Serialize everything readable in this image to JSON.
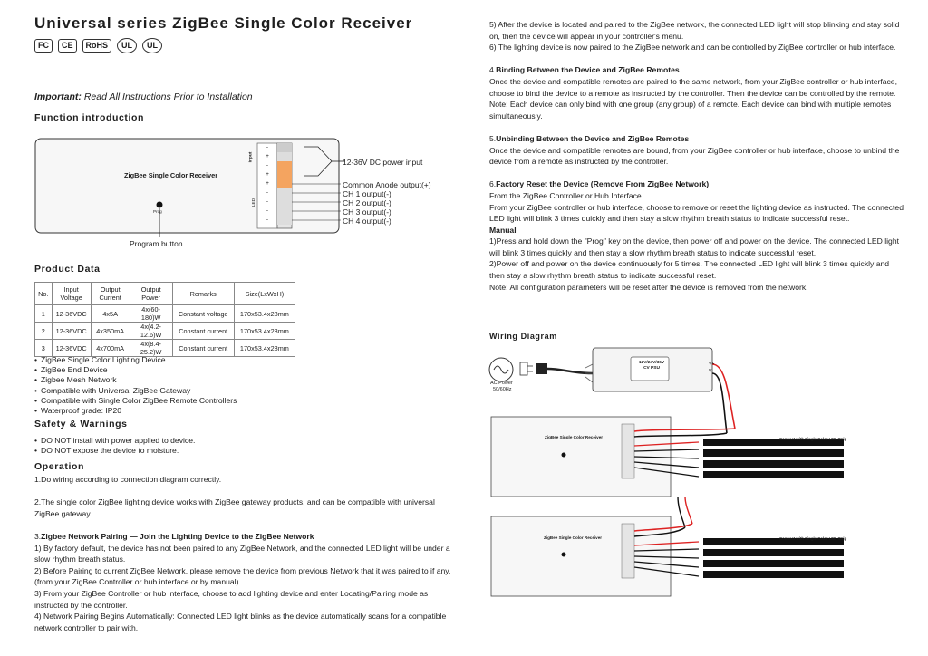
{
  "title": "Universal series ZigBee Single Color Receiver",
  "certs": [
    "FC",
    "CE",
    "RoHS",
    "UL",
    "UL"
  ],
  "important": {
    "bold": "Important:",
    "text": " Read All Instructions Prior to Installation"
  },
  "function_intro": {
    "heading": "Function introduction",
    "device_label": "ZigBee Single Color Receiver",
    "prog_label": "Prog",
    "input_label": "Input",
    "led_label": "LED",
    "terminal_marks": [
      "-",
      "+",
      "-",
      "+",
      "+",
      "-",
      "-",
      "-",
      "-"
    ],
    "callouts": [
      "12-36V DC power input",
      "Common Anode output(+)",
      "CH 1 output(-)",
      "CH 2 output(-)",
      "CH 3 output(-)",
      "CH 4 output(-)"
    ],
    "program_button": "Program button"
  },
  "product_data": {
    "heading": "Product Data",
    "columns": [
      "No.",
      "Input Voltage",
      "Output Current",
      "Output Power",
      "Remarks",
      "Size(LxWxH)"
    ],
    "rows": [
      [
        "1",
        "12-36VDC",
        "4x5A",
        "4x(60-180)W",
        "Constant voltage",
        "170x53.4x28mm"
      ],
      [
        "2",
        "12-36VDC",
        "4x350mA",
        "4x(4.2-12.6)W",
        "Constant current",
        "170x53.4x28mm"
      ],
      [
        "3",
        "12-36VDC",
        "4x700mA",
        "4x(8.4-25.2)W",
        "Constant current",
        "170x53.4x28mm"
      ]
    ]
  },
  "features": [
    "ZigBee Single Color Lighting Device",
    "ZigBee End Device",
    "Zigbee Mesh Network",
    "Compatible with Universal ZigBee Gateway",
    "Compatible with Single Color ZigBee Remote Controllers",
    "Waterproof grade: IP20"
  ],
  "safety": {
    "heading": "Safety & Warnings",
    "items": [
      "DO NOT install with power applied to device.",
      "DO NOT expose the device to moisture."
    ]
  },
  "operation": {
    "heading": "Operation",
    "p1": "1.Do wiring according to connection diagram correctly.",
    "p2": "2.The single color ZigBee lighting device works with ZigBee gateway products, and can be compatible with universal ZigBee gateway.",
    "p3_num": "3.",
    "p3_head": "Zigbee Network Pairing — Join the Lighting Device to the ZigBee Network",
    "p3_lines": [
      "1) By factory default, the device has not been paired to any ZigBee Network, and the connected LED light will be under a slow rhythm breath status.",
      "2) Before Pairing to current ZigBee Network, please remove the device from previous Network that it was paired to if any. (from your ZigBee Controller or hub interface or by manual)",
      "3) From your ZigBee Controller or hub interface, choose to add lighting device and enter Locating/Pairing mode as instructed by the controller.",
      "4) Network Pairing Begins Automatically: Connected LED light blinks as the device automatically scans for a compatible network controller to pair with."
    ]
  },
  "right": {
    "p5": "5) After the device is located and paired to the ZigBee network, the connected LED light will stop blinking and stay solid on, then the device will appear in your controller's menu.",
    "p6": "6) The lighting device is now paired to the ZigBee network and can be controlled by ZigBee controller or hub interface.",
    "s4_num": "4.",
    "s4_head": "Binding Between the Device and ZigBee Remotes",
    "s4_text": "Once the device and compatible remotes are paired to the same network, from your ZigBee controller or hub interface, choose to bind the device to a remote as instructed by the controller. Then the device can be controlled by the remote.",
    "s4_note": "Note: Each device can only bind with one group (any group) of a remote. Each device can bind with multiple remotes simultaneously.",
    "s5_num": "5.",
    "s5_head": "Unbinding Between the Device and ZigBee Remotes",
    "s5_text": "Once the device and compatible remotes are bound, from your ZigBee controller or hub interface, choose to unbind the device from a remote as instructed by the controller.",
    "s6_num": "6.",
    "s6_head": "Factory Reset the Device (Remove From ZigBee Network)",
    "s6_sub": "From the ZigBee Controller or Hub Interface",
    "s6_text": "From your ZigBee controller or hub interface, choose to remove or reset the lighting device as instructed. The connected LED light will blink 3 times quickly and then stay a slow rhythm breath status to indicate successful reset.",
    "manual": "Manual",
    "m1": "1)Press and hold down the \"Prog\" key on the device, then power off and power on the device. The connected LED light will blink 3 times quickly and then stay a slow rhythm breath status to indicate successful reset.",
    "m2": "2)Power off and power on the device continuously for 5 times. The connected LED light will blink 3 times quickly and then stay a slow rhythm breath status to indicate successful reset.",
    "note": "Note:  All configuration parameters will be reset after the device is removed from the network."
  },
  "wiring": {
    "heading": "Wiring Diagram",
    "ac": "AC Power",
    "hz": "50/60Hz",
    "psu_label": "12V/24V/36V",
    "psu_sub": "CV PSU",
    "receiver_label": "ZigBee Single Color Receiver",
    "strip_title": "Connect with Single Color LED Strip",
    "vplus": "V+",
    "vminus": "V-"
  }
}
